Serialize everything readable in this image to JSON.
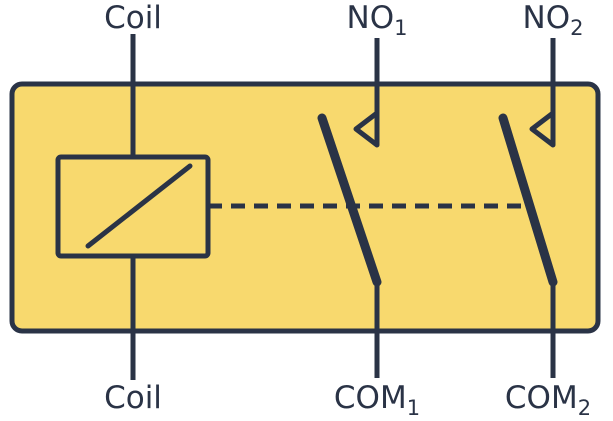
{
  "labels": {
    "coil_top": "Coil",
    "coil_bottom": "Coil",
    "no1": {
      "base": "NO",
      "sub": "1"
    },
    "no2": {
      "base": "NO",
      "sub": "2"
    },
    "com1": {
      "base": "COM",
      "sub": "1"
    },
    "com2": {
      "base": "COM",
      "sub": "2"
    }
  },
  "colors": {
    "housing_fill": "#F8D96E",
    "stroke": "#2A3346",
    "background": "#FFFFFF"
  }
}
